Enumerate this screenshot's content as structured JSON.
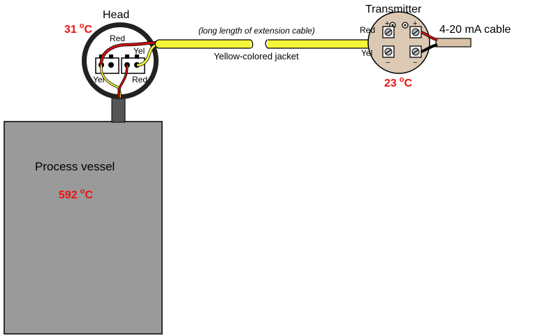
{
  "labels": {
    "head": "Head",
    "transmitter": "Transmitter",
    "cable_4_20": "4-20 mA cable",
    "extension_note": "(long length of extension cable)",
    "jacket": "Yellow-colored jacket",
    "vessel": "Process vessel",
    "head_red": "Red",
    "head_yel": "Yel",
    "head_term_yel": "Yel",
    "head_term_red": "Red",
    "tx_red": "Red",
    "tx_yel": "Yel"
  },
  "temperatures": {
    "head": {
      "value": "31",
      "unit": "C",
      "degree": "o"
    },
    "transmitter": {
      "value": "23",
      "unit": "C",
      "degree": "o"
    },
    "vessel": {
      "value": "592",
      "unit": "C",
      "degree": "o"
    }
  },
  "transmitter_terminals": {
    "plus_top_left": "+",
    "plus_top_right": "+",
    "minus_bottom_left": "−",
    "minus_bottom_right": "−"
  },
  "colors": {
    "vessel_fill": "#9a9a9a",
    "wire_red": "#cc1111",
    "wire_yellow": "#f2f23a",
    "cable_jacket": "#f5f53a",
    "transmitter_body": "#dcc9b4",
    "cable_4_20": "#d9c2a8",
    "temp_text": "#ee1111"
  }
}
